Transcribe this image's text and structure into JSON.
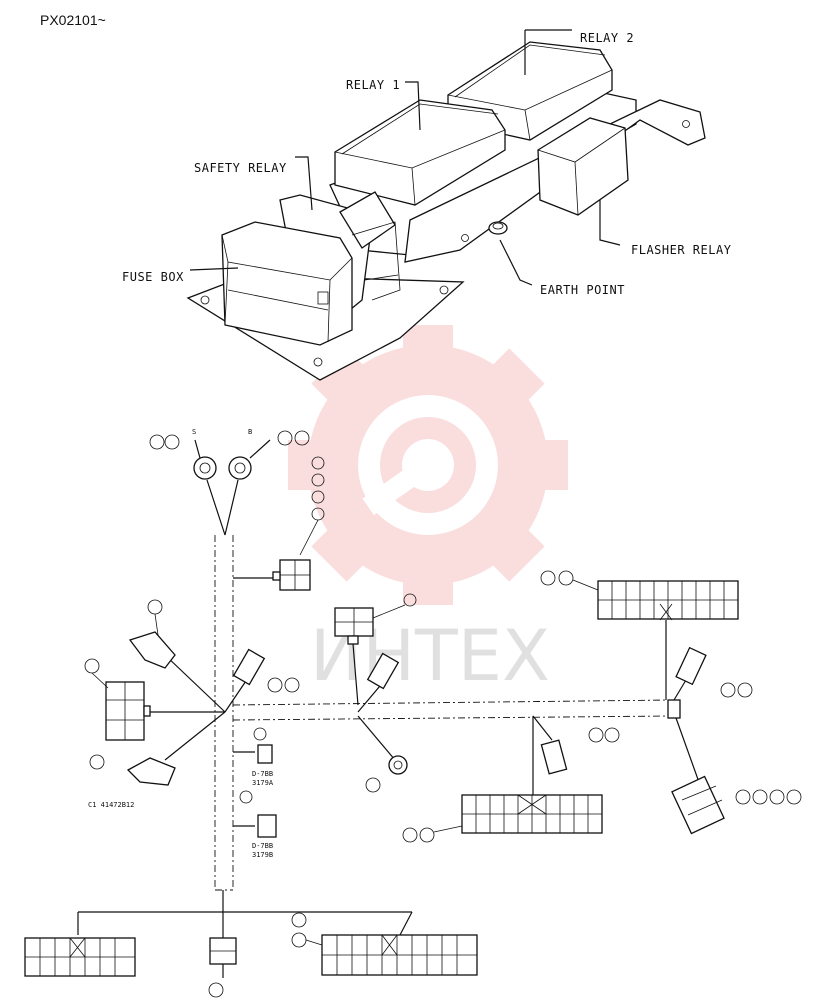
{
  "header": {
    "doc_id": "PX02101~"
  },
  "components": {
    "relay_1": "RELAY 1",
    "relay_2": "RELAY 2",
    "safety_relay": "SAFETY RELAY",
    "fuse_box": "FUSE BOX",
    "flasher_relay": "FLASHER RELAY",
    "earth_point": "EARTH POINT"
  },
  "harness": {
    "connector_s": "S",
    "connector_b": "B",
    "diode_1_code": "D-7BB",
    "diode_1_num": "3179A",
    "diode_2_code": "D-7BB",
    "diode_2_num": "3179B",
    "drawing_ref": "C1 41472B12"
  },
  "watermark": {
    "text": "ИНТЕХ",
    "color": "#f08a8a"
  }
}
